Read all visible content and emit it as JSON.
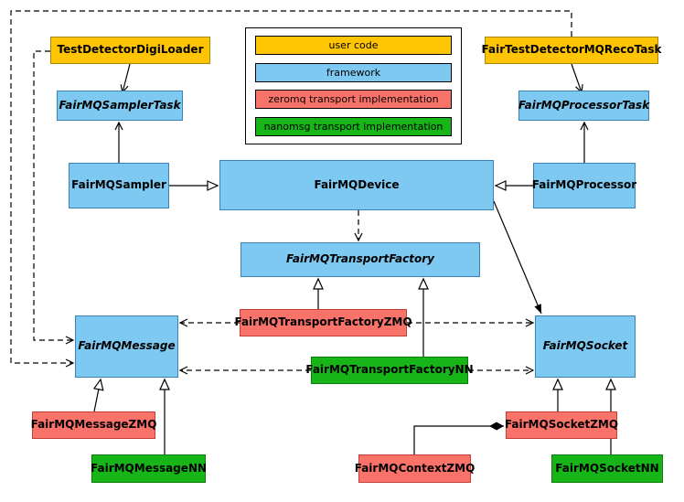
{
  "legend": {
    "items": [
      {
        "label": "user code",
        "color": "#ffc402",
        "category": "user-code"
      },
      {
        "label": "framework",
        "color": "#7ec9f1",
        "category": "framework"
      },
      {
        "label": "zeromq transport implementation",
        "color": "#f9736b",
        "category": "zeromq"
      },
      {
        "label": "nanomsg transport implementation",
        "color": "#17b517",
        "category": "nanomsg"
      }
    ]
  },
  "nodes": {
    "test_detector_digi_loader": {
      "label": "TestDetectorDigiLoader",
      "category": "user-code",
      "abstract": false
    },
    "fair_test_detector_mq_reco_task": {
      "label": "FairTestDetectorMQRecoTask",
      "category": "user-code",
      "abstract": false
    },
    "fairmq_sampler_task": {
      "label": "FairMQSamplerTask",
      "category": "framework",
      "abstract": true
    },
    "fairmq_processor_task": {
      "label": "FairMQProcessorTask",
      "category": "framework",
      "abstract": true
    },
    "fairmq_sampler": {
      "label": "FairMQSampler",
      "category": "framework",
      "abstract": false
    },
    "fairmq_device": {
      "label": "FairMQDevice",
      "category": "framework",
      "abstract": false
    },
    "fairmq_processor": {
      "label": "FairMQProcessor",
      "category": "framework",
      "abstract": false
    },
    "fairmq_transport_factory": {
      "label": "FairMQTransportFactory",
      "category": "framework",
      "abstract": true
    },
    "fairmq_message": {
      "label": "FairMQMessage",
      "category": "framework",
      "abstract": true
    },
    "fairmq_socket": {
      "label": "FairMQSocket",
      "category": "framework",
      "abstract": true
    },
    "fairmq_transport_factory_zmq": {
      "label": "FairMQTransportFactoryZMQ",
      "category": "zeromq",
      "abstract": false
    },
    "fairmq_transport_factory_nn": {
      "label": "FairMQTransportFactoryNN",
      "category": "nanomsg",
      "abstract": false
    },
    "fairmq_message_zmq": {
      "label": "FairMQMessageZMQ",
      "category": "zeromq",
      "abstract": false
    },
    "fairmq_message_nn": {
      "label": "FairMQMessageNN",
      "category": "nanomsg",
      "abstract": false
    },
    "fairmq_context_zmq": {
      "label": "FairMQContextZMQ",
      "category": "zeromq",
      "abstract": false
    },
    "fairmq_socket_zmq": {
      "label": "FairMQSocketZMQ",
      "category": "zeromq",
      "abstract": false
    },
    "fairmq_socket_nn": {
      "label": "FairMQSocketNN",
      "category": "nanomsg",
      "abstract": false
    }
  },
  "edges": [
    {
      "from": "TestDetectorDigiLoader",
      "to": "FairMQSamplerTask",
      "type": "association"
    },
    {
      "from": "FairTestDetectorMQRecoTask",
      "to": "FairMQProcessorTask",
      "type": "association"
    },
    {
      "from": "FairMQSampler",
      "to": "FairMQSamplerTask",
      "type": "association"
    },
    {
      "from": "FairMQProcessor",
      "to": "FairMQProcessorTask",
      "type": "association"
    },
    {
      "from": "FairMQSampler",
      "to": "FairMQDevice",
      "type": "inheritance"
    },
    {
      "from": "FairMQProcessor",
      "to": "FairMQDevice",
      "type": "inheritance"
    },
    {
      "from": "FairMQDevice",
      "to": "FairMQTransportFactory",
      "type": "dependency"
    },
    {
      "from": "FairMQDevice",
      "to": "FairMQSocket",
      "type": "association"
    },
    {
      "from": "FairMQTransportFactoryZMQ",
      "to": "FairMQTransportFactory",
      "type": "inheritance"
    },
    {
      "from": "FairMQTransportFactoryNN",
      "to": "FairMQTransportFactory",
      "type": "inheritance"
    },
    {
      "from": "FairMQTransportFactoryZMQ",
      "to": "FairMQMessage",
      "type": "dependency"
    },
    {
      "from": "FairMQTransportFactoryZMQ",
      "to": "FairMQSocket",
      "type": "dependency"
    },
    {
      "from": "FairMQTransportFactoryNN",
      "to": "FairMQMessage",
      "type": "dependency"
    },
    {
      "from": "FairMQTransportFactoryNN",
      "to": "FairMQSocket",
      "type": "dependency"
    },
    {
      "from": "TestDetectorDigiLoader",
      "to": "FairMQMessage",
      "type": "dependency"
    },
    {
      "from": "FairTestDetectorMQRecoTask",
      "to": "FairMQMessage",
      "type": "dependency"
    },
    {
      "from": "FairMQMessageZMQ",
      "to": "FairMQMessage",
      "type": "inheritance"
    },
    {
      "from": "FairMQMessageNN",
      "to": "FairMQMessage",
      "type": "inheritance"
    },
    {
      "from": "FairMQSocketZMQ",
      "to": "FairMQSocket",
      "type": "inheritance"
    },
    {
      "from": "FairMQSocketNN",
      "to": "FairMQSocket",
      "type": "inheritance"
    },
    {
      "from": "FairMQContextZMQ",
      "to": "FairMQSocketZMQ",
      "type": "composition"
    }
  ]
}
